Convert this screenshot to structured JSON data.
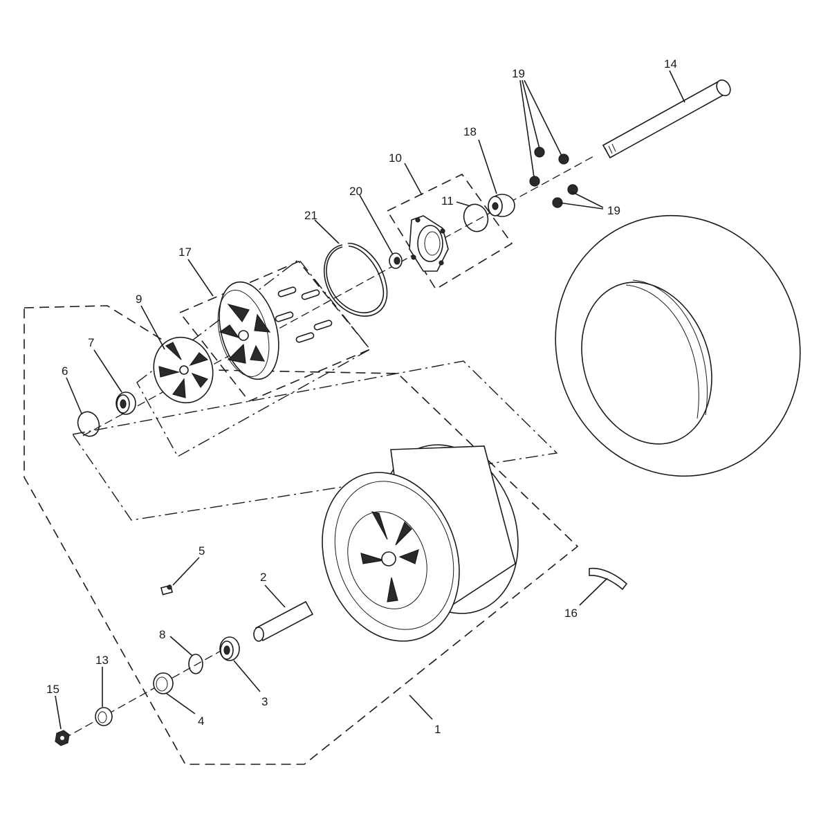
{
  "diagram": {
    "callouts": [
      {
        "id": "c1",
        "text": "1"
      },
      {
        "id": "c2",
        "text": "2"
      },
      {
        "id": "c3",
        "text": "3"
      },
      {
        "id": "c4",
        "text": "4"
      },
      {
        "id": "c5",
        "text": "5"
      },
      {
        "id": "c6",
        "text": "6"
      },
      {
        "id": "c7",
        "text": "7"
      },
      {
        "id": "c8",
        "text": "8"
      },
      {
        "id": "c9",
        "text": "9"
      },
      {
        "id": "c10",
        "text": "10"
      },
      {
        "id": "c11",
        "text": "11"
      },
      {
        "id": "c13",
        "text": "13"
      },
      {
        "id": "c14",
        "text": "14"
      },
      {
        "id": "c15",
        "text": "15"
      },
      {
        "id": "c16",
        "text": "16"
      },
      {
        "id": "c17",
        "text": "17"
      },
      {
        "id": "c18",
        "text": "18"
      },
      {
        "id": "c19a",
        "text": "19"
      },
      {
        "id": "c19b",
        "text": "19"
      },
      {
        "id": "c20",
        "text": "20"
      },
      {
        "id": "c21",
        "text": "21"
      }
    ],
    "line_color": "#1a1a1a",
    "background": "#ffffff"
  }
}
